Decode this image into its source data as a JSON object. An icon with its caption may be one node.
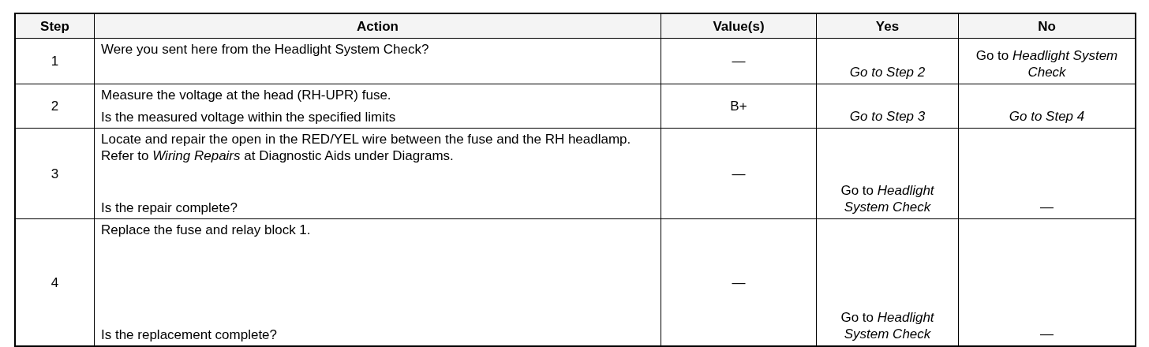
{
  "diagram": {
    "labels": [
      "Step",
      "Action",
      "Value(s)",
      "Yes",
      "No",
      "1",
      "Were you sent here from the Headlight System Check?",
      "—",
      "Go to Step 2",
      "Go to *Headlight System Check*",
      "2",
      "Measure the voltage at the head (RH-UPR) fuse.",
      "Is the measured voltage within the specified limits",
      "B+",
      "Go to Step 3",
      "Go to Step 4",
      "3",
      "Locate and repair the open in the RED/YEL wire between the fuse and the RH headlamp. Refer to *Wiring Repairs* at Diagnostic Aids under Diagrams.",
      "Is the repair complete?",
      "—",
      "Go to *Headlight System Check*",
      "—",
      "4",
      "Replace the fuse and relay block 1.",
      "Is the replacement complete?",
      "—",
      "Go to *Headlight System Check*",
      "—"
    ]
  }
}
